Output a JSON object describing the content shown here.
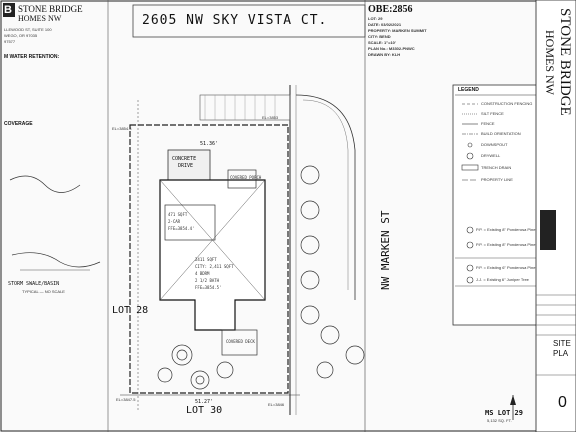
{
  "company": {
    "logo_letter": "B",
    "name_line1": "STONE BRIDGE",
    "name_line2": "HOMES NW",
    "addr1": "LLEWOOD ST, SUITE 100",
    "addr2": "WEGO, OR 97035",
    "addr3": "97577"
  },
  "plan": {
    "street_title": "2605 NW SKY VISTA CT.",
    "street_side": "NW MARKEN ST",
    "lot_west": "LOT 28",
    "lot_south": "LOT 30",
    "lot_main": "MS LOT 29",
    "lot_area": "5,132 SQ. FT.",
    "driveway_label1": "CONCRETE",
    "driveway_label2": "DRIVE",
    "garage1": "471 SQFT",
    "garage2": "2-CAR",
    "garage3": "FFE=3854.4'",
    "house1": "2411 SQFT",
    "house2": "CITY: 2,411 SQFT",
    "house3": "4 BDRM",
    "house4": "2 1/2 BATH",
    "house5": "FFE=3854.5'",
    "covered_porch": "COVERED PORCH",
    "covered_deck": "COVERED DECK",
    "el_nw": "EL=3854.3",
    "el_ne": "EL=3853",
    "el_sw": "EL=3847.5",
    "el_se": "EL=3846",
    "dim_top": "51.36'",
    "dim_bottom": "51.27'"
  },
  "info": {
    "job": "OBE:2856",
    "lot": "LOT: 29",
    "date": "DATE: 03/02/2021",
    "property": "PROPERTY: MARKEN SUMMIT",
    "city": "CITY: BEND",
    "scale": "SCALE: 1\"=10'",
    "plan_no": "PLAN No.: M3302-PNWC",
    "drawn": "DRAWN BY: KLH"
  },
  "notes": {
    "water": "M WATER RETENTION:",
    "coverage": "COVERAGE",
    "swale": "STORM SWALE/BASIN",
    "swale_sub": "TYPICAL — NO SCALE"
  },
  "legend": {
    "title": "LEGEND",
    "items": [
      "CONSTRUCTION FENCING",
      "SILT FENCE",
      "FENCE",
      "BUILD ORIENTATION",
      "DOWNSPOUT",
      "DRYWELL",
      "TRENCH DRAIN",
      "PROPERTY LINE"
    ],
    "trees": [
      "P.P. = Existing 8\" Ponderosa Pine",
      "P.P. = Existing 8\" Ponderosa Pine",
      "P.P. = Existing 6\" Ponderosa Pine",
      "J.J. = Existing 6\" Juniper Tree"
    ]
  },
  "titleblock": {
    "vertical1": "STONE BRIDGE",
    "vertical2": "HOMES NW",
    "site": "SITE",
    "plan": "PLA",
    "page": "0"
  }
}
